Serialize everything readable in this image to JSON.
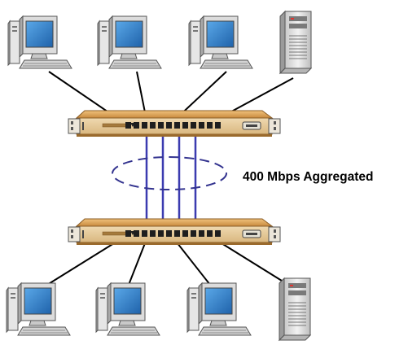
{
  "aggregation_label": "400 Mbps Aggregated",
  "colors": {
    "switch_body": "#d9a25a",
    "switch_shadow": "#9a6a2c",
    "trunk_link": "#3b3bb0",
    "lag_ellipse": "#33338f",
    "cable": "#000000",
    "screen": "#2f7fc8"
  },
  "devices": {
    "top_row": [
      "computer-icon",
      "computer-icon",
      "computer-icon",
      "server-icon"
    ],
    "bottom_row": [
      "computer-icon",
      "computer-icon",
      "computer-icon",
      "server-icon"
    ]
  },
  "switches": [
    "switch-top",
    "switch-bottom"
  ],
  "trunk_links": 4
}
